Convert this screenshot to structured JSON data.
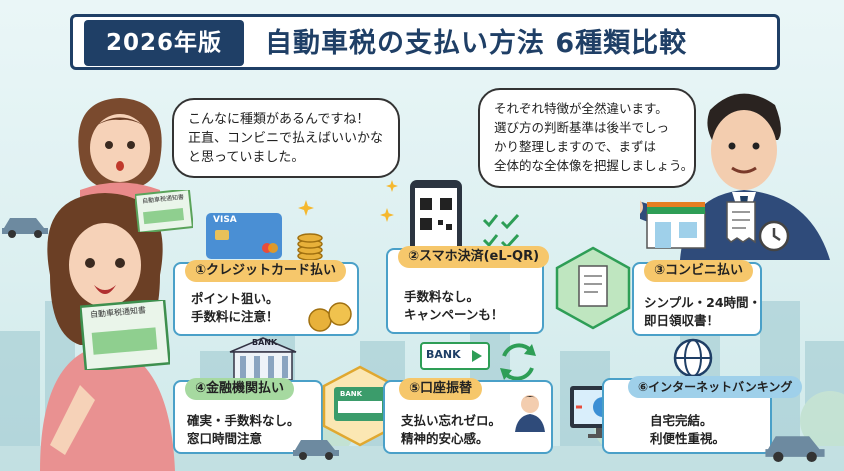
{
  "banner": {
    "year_badge": "2026年版",
    "title": "自動車税の支払い方法 6種類比較"
  },
  "bubbles": {
    "woman_lines": [
      "こんなに種類があるんですね！",
      "正直、コンビニで払えばいいかな",
      "と思っていました。"
    ],
    "man_lines": [
      "それぞれ特徴が全然違います。",
      "選び方の判断基準は後半でしっ",
      "かり整理しますので、まずは",
      "全体的な全体像を把握しましょう。"
    ]
  },
  "cards": [
    {
      "label": "①クレジットカード払い",
      "lines": [
        "ポイント狙い。",
        "手数料に注意！"
      ]
    },
    {
      "label": "②スマホ決済(eL-QR)",
      "lines": [
        "手数料なし。",
        "キャンペーンも！"
      ]
    },
    {
      "label": "③コンビニ払い",
      "lines": [
        "シンプル・24時間・",
        "即日領収書！"
      ]
    },
    {
      "label": "④金融機関払い",
      "lines": [
        "確実・手数料なし。",
        "窓口時間注意"
      ]
    },
    {
      "label": "⑤口座振替",
      "lines": [
        "支払い忘れゼロ。",
        "精神的安心感。"
      ]
    },
    {
      "label": "⑥インターネットバンキング",
      "lines": [
        "自宅完結。",
        "利便性重視。"
      ]
    }
  ],
  "icon_texts": {
    "credit_card_brand": "VISA",
    "bank_sign": "BANK",
    "bank_card": "BANK",
    "bankbook": "BANK",
    "tax_notice_small": "自動車税通知書",
    "tax_notice_large": "自動車税通知書"
  },
  "colors": {
    "navy": "#1f3f66",
    "green": "#3ea37f",
    "card_border": "#4aa0c8",
    "pill_orange": "#f6c76b",
    "pill_green": "#a6d9a0",
    "pill_blue": "#9fd0ea"
  }
}
